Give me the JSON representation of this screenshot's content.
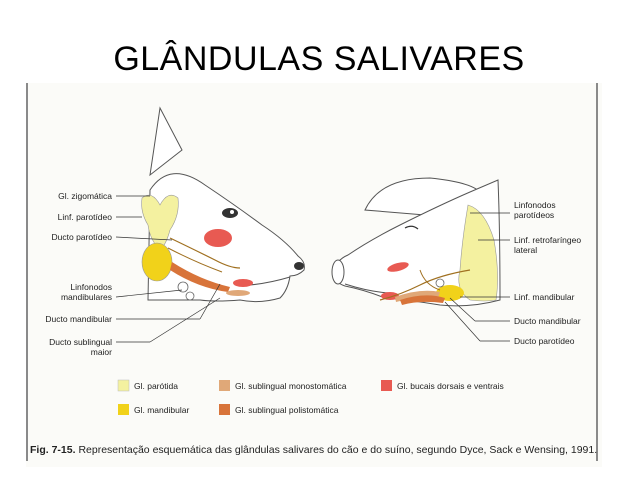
{
  "title": "GLÂNDULAS SALIVARES",
  "labels_left": {
    "zigomatica": "Gl. zigomática",
    "linf_parotideo": "Linf. parotídeo",
    "ducto_parotideo": "Ducto parotídeo",
    "linfonodos_1": "Linfonodos",
    "linfonodos_2": "mandibulares",
    "ducto_mandibular": "Ducto mandibular",
    "ducto_sublingual_1": "Ducto sublingual",
    "ducto_sublingual_2": "maior"
  },
  "labels_right": {
    "linfonodos_parotideos_1": "Linfonodos",
    "linfonodos_parotideos_2": "parotídeos",
    "linf_retro_1": "Linf. retrofaríngeo",
    "linf_retro_2": "lateral",
    "linf_mandibular": "Linf. mandibular",
    "ducto_mandibular": "Ducto mandibular",
    "ducto_parotideo": "Ducto parotídeo"
  },
  "legend": [
    {
      "label": "Gl. parótida",
      "color": "#f4f1a0"
    },
    {
      "label": "Gl. mandibular",
      "color": "#f1d21a"
    },
    {
      "label": "Gl. sublingual monostomática",
      "color": "#e0a878"
    },
    {
      "label": "Gl. sublingual polistomática",
      "color": "#d8743a"
    },
    {
      "label": "Gl. bucais dorsais e ventrais",
      "color": "#e85a52"
    }
  ],
  "caption": {
    "prefix": "Fig. 7-15.",
    "text": "Representação esquemática das glândulas salivares do cão e do suíno, segundo Dyce, Sack e Wensing, 1991."
  },
  "colors": {
    "parotid": "#f4f1a0",
    "mandibular": "#f1d21a",
    "sublingual_mono": "#e0a878",
    "sublingual_poli": "#d8743a",
    "buccal": "#e85a52",
    "outline": "#555555"
  }
}
